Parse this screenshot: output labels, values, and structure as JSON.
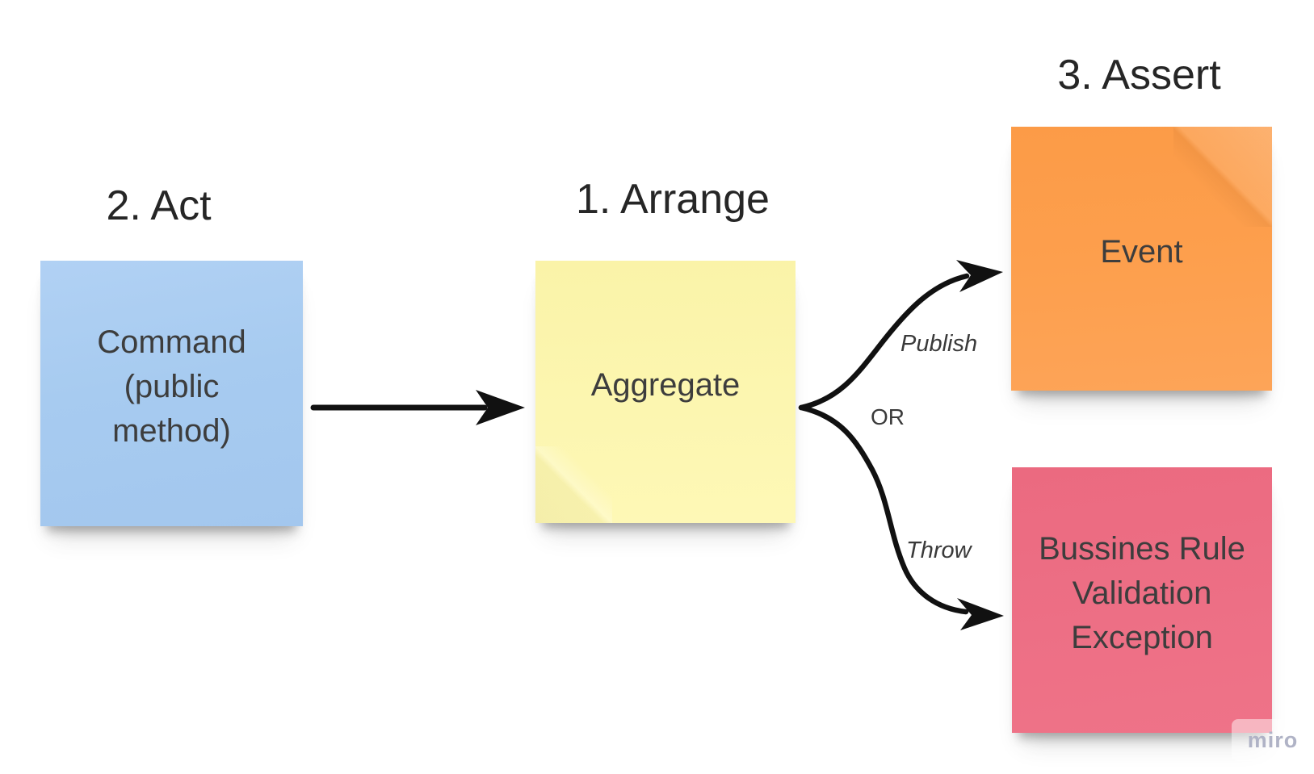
{
  "board": {
    "steps": {
      "act": {
        "heading": "2. Act"
      },
      "arrange": {
        "heading": "1. Arrange"
      },
      "assert": {
        "heading": "3. Assert"
      }
    },
    "notes": {
      "command": {
        "lines": [
          "Command",
          "(public",
          "method)"
        ],
        "color": "#A7CBF0"
      },
      "aggregate": {
        "lines": [
          "Aggregate"
        ],
        "color": "#FCF6B0"
      },
      "event": {
        "lines": [
          "Event"
        ],
        "color": "#FD9F4D"
      },
      "exception": {
        "lines": [
          "Bussines Rule",
          "Validation",
          "Exception"
        ],
        "color": "#ED6F85"
      }
    },
    "connectors": {
      "publish_label": "Publish",
      "or_label": "OR",
      "throw_label": "Throw",
      "arrow_color": "#111111"
    },
    "watermark": {
      "label": "miro",
      "text_color": "#B0B3C6"
    },
    "text_color": "#3D3D3D",
    "heading_color": "#262626",
    "background_color": "#FFFFFF"
  }
}
